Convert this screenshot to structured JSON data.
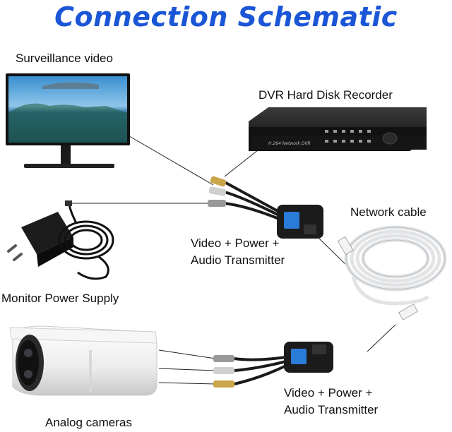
{
  "title": "Connection Schematic",
  "labels": {
    "monitor": "Surveillance video",
    "dvr": "DVR Hard Disk Recorder",
    "network_cable": "Network cable",
    "transmitter_top_line1": "Video + Power +",
    "transmitter_top_line2": "Audio Transmitter",
    "power_supply": "Monitor Power Supply",
    "camera": "Analog cameras",
    "transmitter_bottom_line1": "Video + Power +",
    "transmitter_bottom_line2": "Audio Transmitter"
  },
  "dvr_panel_text": "H.264 Network DVR",
  "colors": {
    "title": "#1a56d6",
    "device_dark": "#1c1c1c",
    "cable_white": "#e8eaec",
    "balun_blue": "#2b7bd8"
  }
}
